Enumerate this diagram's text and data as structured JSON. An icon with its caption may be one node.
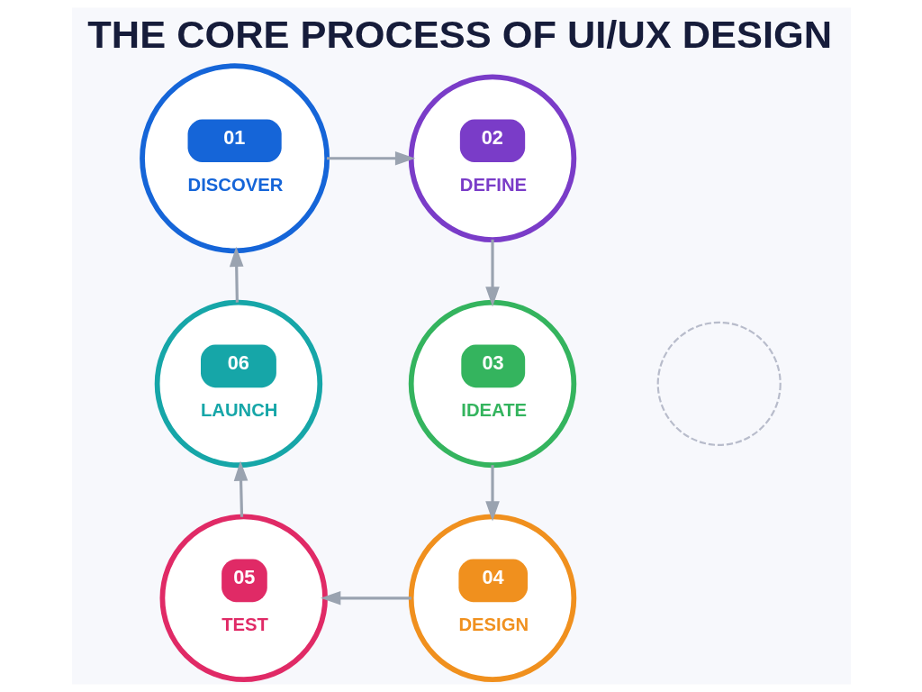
{
  "diagram": {
    "title": "THE CORE PROCESS OF UI/UX DESIGN",
    "nodes": [
      {
        "text": [
          "01",
          "DISCOVER"
        ]
      },
      {
        "text": [
          "02",
          "DEFINE"
        ]
      },
      {
        "text": [
          "03",
          "IDEATE"
        ]
      },
      {
        "text": [
          "04",
          "DESIGN"
        ]
      },
      {
        "text": [
          "05",
          "TEST"
        ]
      },
      {
        "text": [
          "06",
          "LAUNCH"
        ]
      },
      {
        "text": [],
        "shape": "circle"
      }
    ],
    "edges": [
      {
        "from": 0,
        "to": 1,
        "arrow": "to"
      },
      {
        "from": 1,
        "to": 2,
        "arrow": "to"
      },
      {
        "from": 2,
        "to": 3,
        "arrow": "to"
      },
      {
        "from": 3,
        "to": 4,
        "arrow": "to"
      },
      {
        "from": 4,
        "to": 5,
        "arrow": "to"
      },
      {
        "from": 5,
        "to": 0,
        "arrow": "to"
      }
    ]
  }
}
